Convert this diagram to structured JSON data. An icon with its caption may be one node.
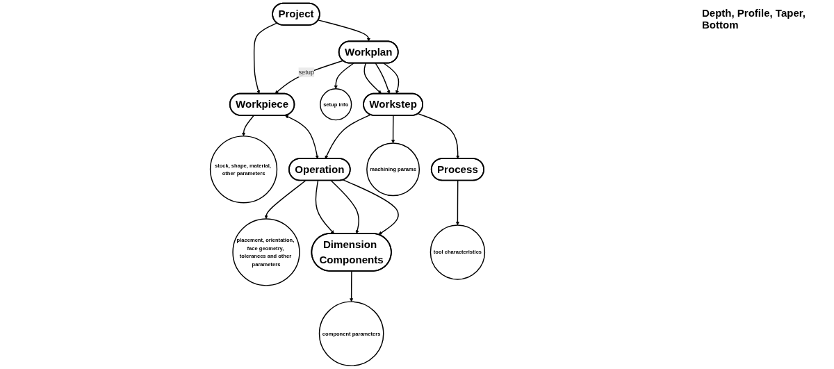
{
  "diagram": {
    "nodes": [
      {
        "text": [
          "Project"
        ]
      },
      {
        "text": [
          "Workpiece"
        ]
      },
      {
        "text": [
          "stock, shape, material, other parameters"
        ]
      },
      {
        "text": [
          "Workplan"
        ]
      },
      {
        "text": [
          "setup info"
        ]
      },
      {
        "text": [
          "Operation"
        ]
      },
      {
        "text": [
          "placement, orientation, face geometry, tolerances and other parameters"
        ]
      },
      {
        "text": [
          "Workstep"
        ]
      },
      {
        "text": [
          "machining params"
        ]
      },
      {
        "text": [
          "Process"
        ]
      },
      {
        "text": [
          "tool characteristics"
        ]
      },
      {
        "text": [
          "Dimension Components"
        ]
      },
      {
        "text": [
          "component parameters"
        ]
      }
    ],
    "edges": [
      {
        "from": 0,
        "to": 1,
        "arrow": "to"
      },
      {
        "from": 0,
        "to": 3,
        "arrow": "to"
      },
      {
        "from": 3,
        "to": 1,
        "arrow": "to",
        "label": "setup"
      },
      {
        "from": 1,
        "to": 2,
        "arrow": "to"
      },
      {
        "from": 1,
        "to": 5,
        "arrow": "both"
      },
      {
        "from": 3,
        "to": 4,
        "arrow": "to"
      },
      {
        "from": 3,
        "to": 7,
        "arrow": "to"
      },
      {
        "from": 3,
        "to": 7,
        "arrow": "to"
      },
      {
        "from": 3,
        "to": 7,
        "arrow": "to"
      },
      {
        "from": 7,
        "to": 5,
        "arrow": "to"
      },
      {
        "from": 5,
        "to": 6,
        "arrow": "to"
      },
      {
        "from": 5,
        "to": 11,
        "arrow": "to"
      },
      {
        "from": 5,
        "to": 11,
        "arrow": "to"
      },
      {
        "from": 5,
        "to": 11,
        "arrow": "to"
      },
      {
        "from": 7,
        "to": 8,
        "arrow": "to"
      },
      {
        "from": 7,
        "to": 9,
        "arrow": "to"
      },
      {
        "from": 9,
        "to": 10,
        "arrow": "to"
      },
      {
        "from": 11,
        "to": 12,
        "arrow": "to"
      }
    ],
    "labels": [
      "Depth, Profile, Taper, Bottom"
    ]
  }
}
